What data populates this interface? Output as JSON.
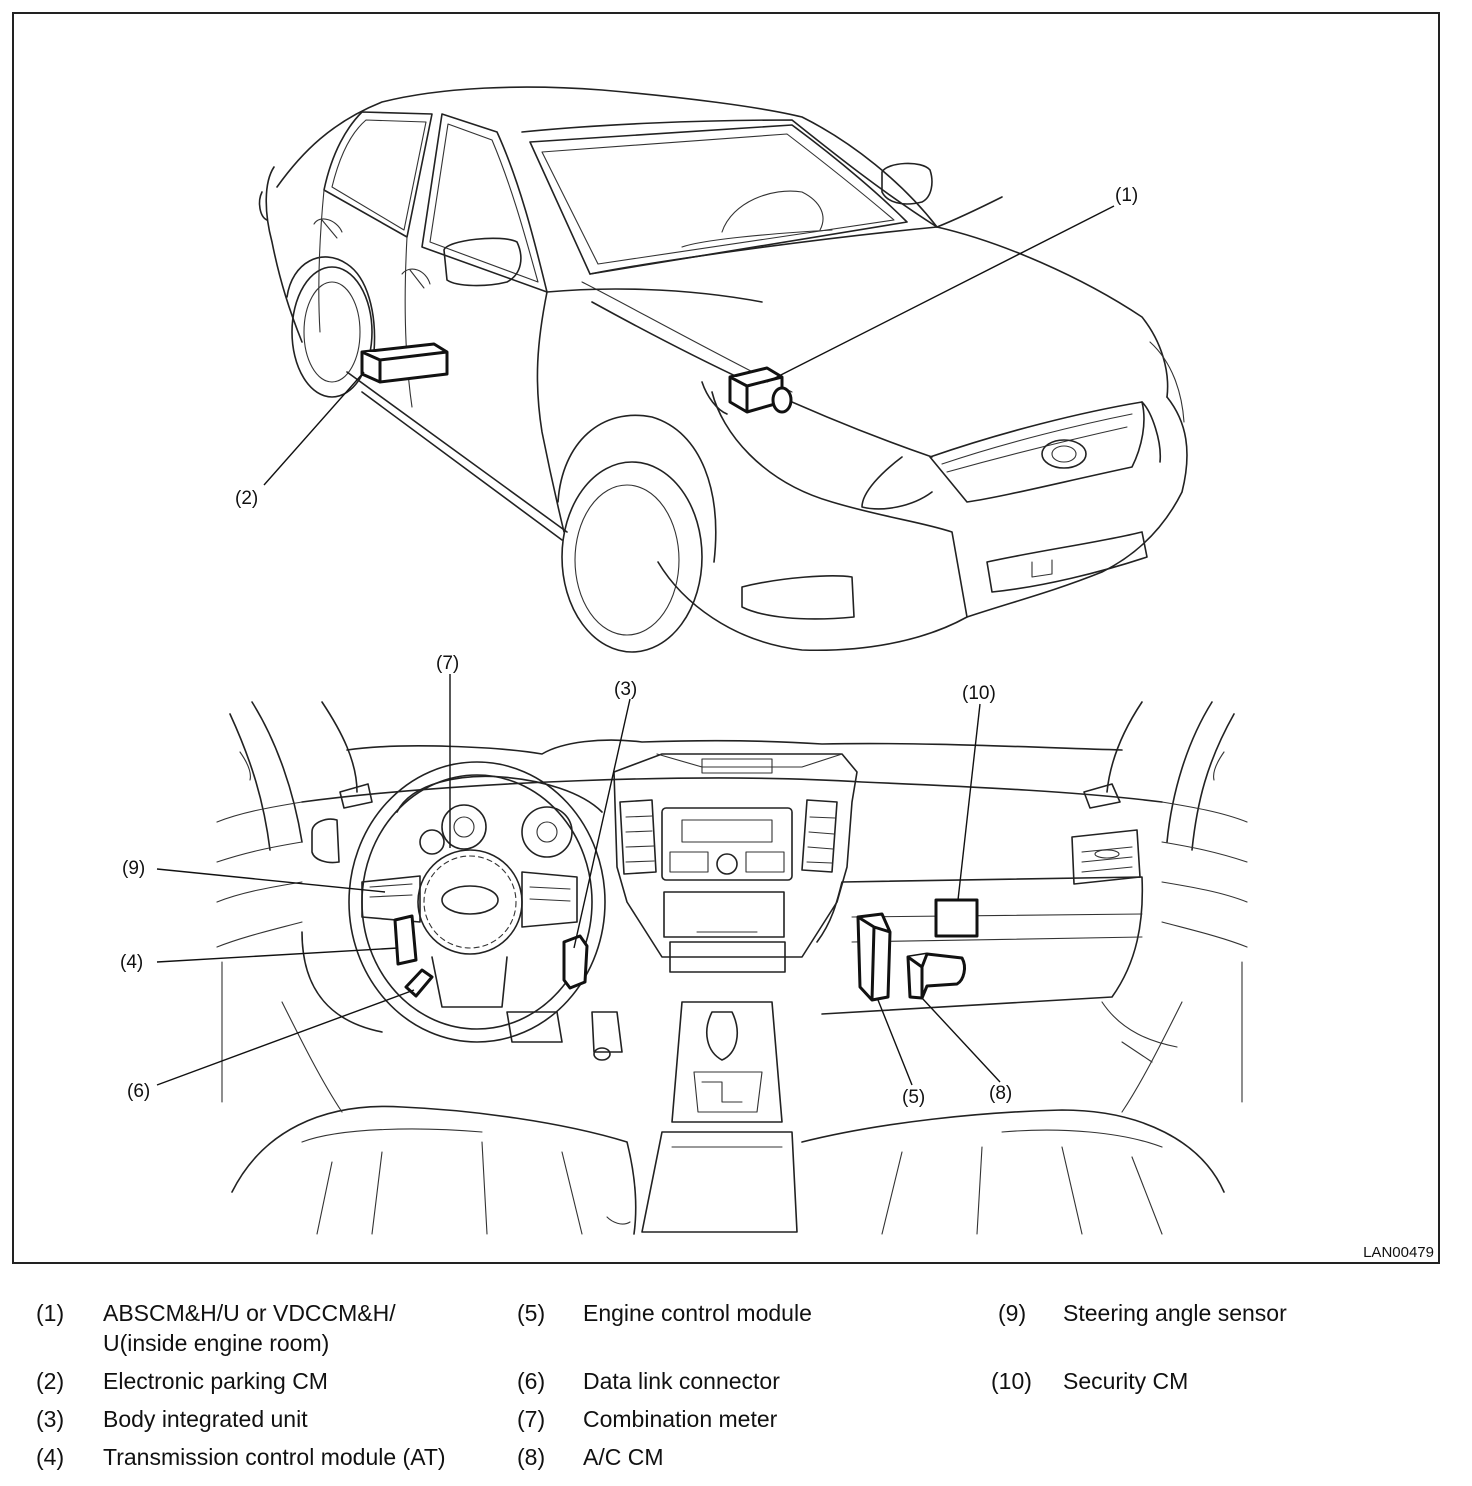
{
  "figure": {
    "reference_code": "LAN00479",
    "callouts": {
      "c1": "(1)",
      "c2": "(2)",
      "c3": "(3)",
      "c4": "(4)",
      "c5": "(5)",
      "c6": "(6)",
      "c7": "(7)",
      "c8": "(8)",
      "c9": "(9)",
      "c10": "(10)"
    }
  },
  "legend": {
    "items": [
      {
        "num": "(1)",
        "label": "ABSCM&H/U or VDCCM&H/",
        "label2": "U(inside engine room)"
      },
      {
        "num": "(2)",
        "label": "Electronic parking CM"
      },
      {
        "num": "(3)",
        "label": "Body integrated unit"
      },
      {
        "num": "(4)",
        "label": "Transmission control module (AT)"
      },
      {
        "num": "(5)",
        "label": "Engine control module"
      },
      {
        "num": "(6)",
        "label": "Data link connector"
      },
      {
        "num": "(7)",
        "label": "Combination meter"
      },
      {
        "num": "(8)",
        "label": "A/C CM"
      },
      {
        "num": "(9)",
        "label": "Steering angle sensor"
      },
      {
        "num": "(10)",
        "label": "Security CM"
      }
    ]
  }
}
